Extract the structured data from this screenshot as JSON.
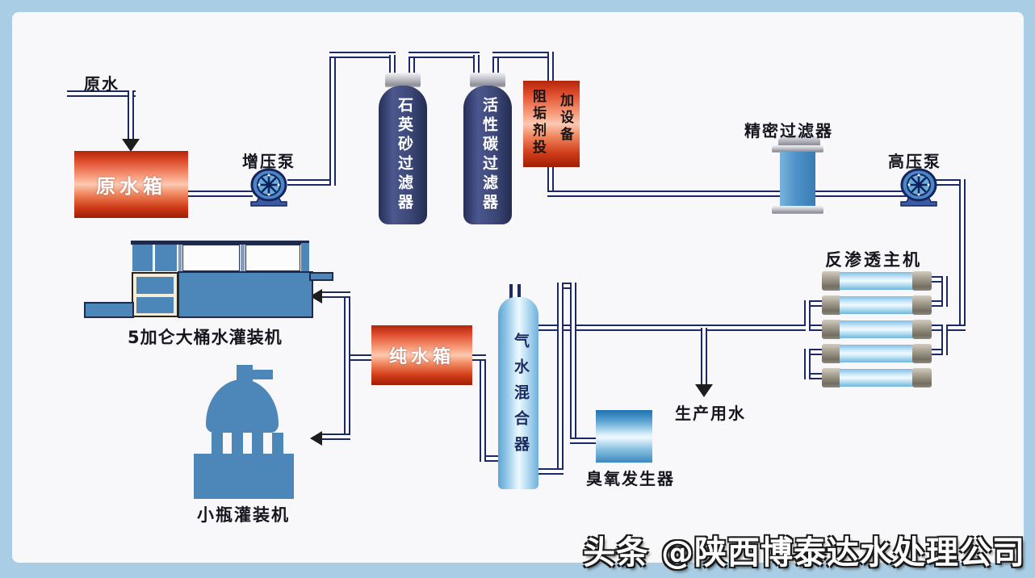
{
  "watermark": "头条 @陕西博泰达水处理公司",
  "nodes": {
    "raw_water": {
      "label": "原水"
    },
    "raw_water_tank": {
      "label": "原水箱"
    },
    "booster_pump": {
      "label": "增压泵"
    },
    "quartz_sand_filter": {
      "label": "石英砂过滤器"
    },
    "activated_carbon_filter": {
      "label": "活性碳过滤器"
    },
    "scale_inhibitor_dosing": {
      "label_col_left": "阻垢剂投",
      "label_col_right": "加设备"
    },
    "precision_filter": {
      "label": "精密过滤器"
    },
    "high_pressure_pump": {
      "label": "高压泵"
    },
    "reverse_osmosis_unit": {
      "label": "反渗透主机",
      "membrane_tube_count": 5
    },
    "pure_water_tank": {
      "label": "纯水箱"
    },
    "gas_water_mixer": {
      "label": "气水混合器"
    },
    "ozone_generator": {
      "label": "臭氧发生器"
    },
    "production_water": {
      "label": "生产用水"
    },
    "barrel_filling_machine": {
      "label": "5加仑大桶水灌装机"
    },
    "bottle_filling_machine": {
      "label": "小瓶灌装机"
    }
  },
  "colors": {
    "frame_blue": "#a9cde4",
    "page_white": "#f8f8fa",
    "pipe_navy": "#1b2a66",
    "tank_red": "#cc3512",
    "tank_navy": "#3a4476",
    "machine_blue": "#4d87ba",
    "mixer_light_blue": "#9dcdea",
    "cap_silver": "#c6c6ce"
  }
}
